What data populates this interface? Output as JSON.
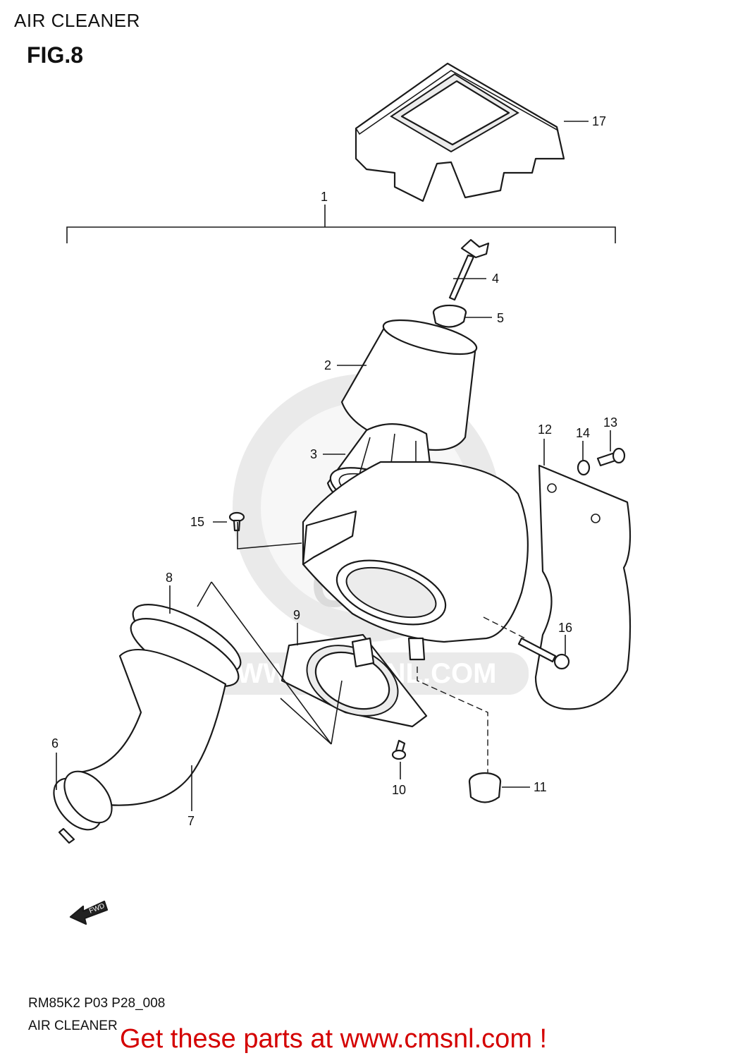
{
  "header": {
    "title": "AIR CLEANER",
    "figure": "FIG.8"
  },
  "callouts": [
    "1",
    "2",
    "3",
    "4",
    "5",
    "6",
    "7",
    "8",
    "9",
    "10",
    "11",
    "12",
    "13",
    "14",
    "15",
    "16",
    "17"
  ],
  "watermark": {
    "text": "WWW.CMSNL.COM",
    "logo": "CMS"
  },
  "fwd_arrow": {
    "label": "FWD"
  },
  "footer": {
    "code": "RM85K2 P03 P28_008",
    "title": "AIR CLEANER"
  },
  "promo": {
    "text": "Get these parts at www.cmsnl.com !",
    "color": "#d40000"
  }
}
